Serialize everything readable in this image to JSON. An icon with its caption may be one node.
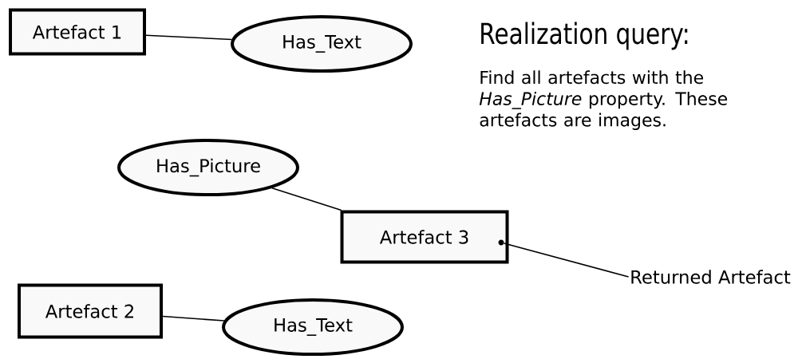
{
  "diagram": {
    "title": "Realization query:",
    "nodes": [
      {
        "text": [
          "Artefact 1"
        ]
      },
      {
        "text": [
          "Has_Text"
        ]
      },
      {
        "text": [
          "Has_Picture"
        ]
      },
      {
        "text": [
          "Artefact 3"
        ]
      },
      {
        "text": [
          "Returned Artefact"
        ]
      },
      {
        "text": [
          "Artefact 2"
        ]
      },
      {
        "text": [
          "Has_Text"
        ]
      },
      {
        "text": [],
        "shape": "circle",
        "in": 3
      }
    ],
    "edges": [
      {
        "from": 0,
        "to": 1,
        "arrow": "none"
      },
      {
        "from": 2,
        "to": 3,
        "arrow": "none"
      },
      {
        "from": 4,
        "to": 7,
        "arrow": "none"
      },
      {
        "from": 5,
        "to": 6,
        "arrow": "none"
      }
    ],
    "labels": [
      "Find all artefacts with the *Has_Picture* property. These artefacts are images."
    ]
  }
}
